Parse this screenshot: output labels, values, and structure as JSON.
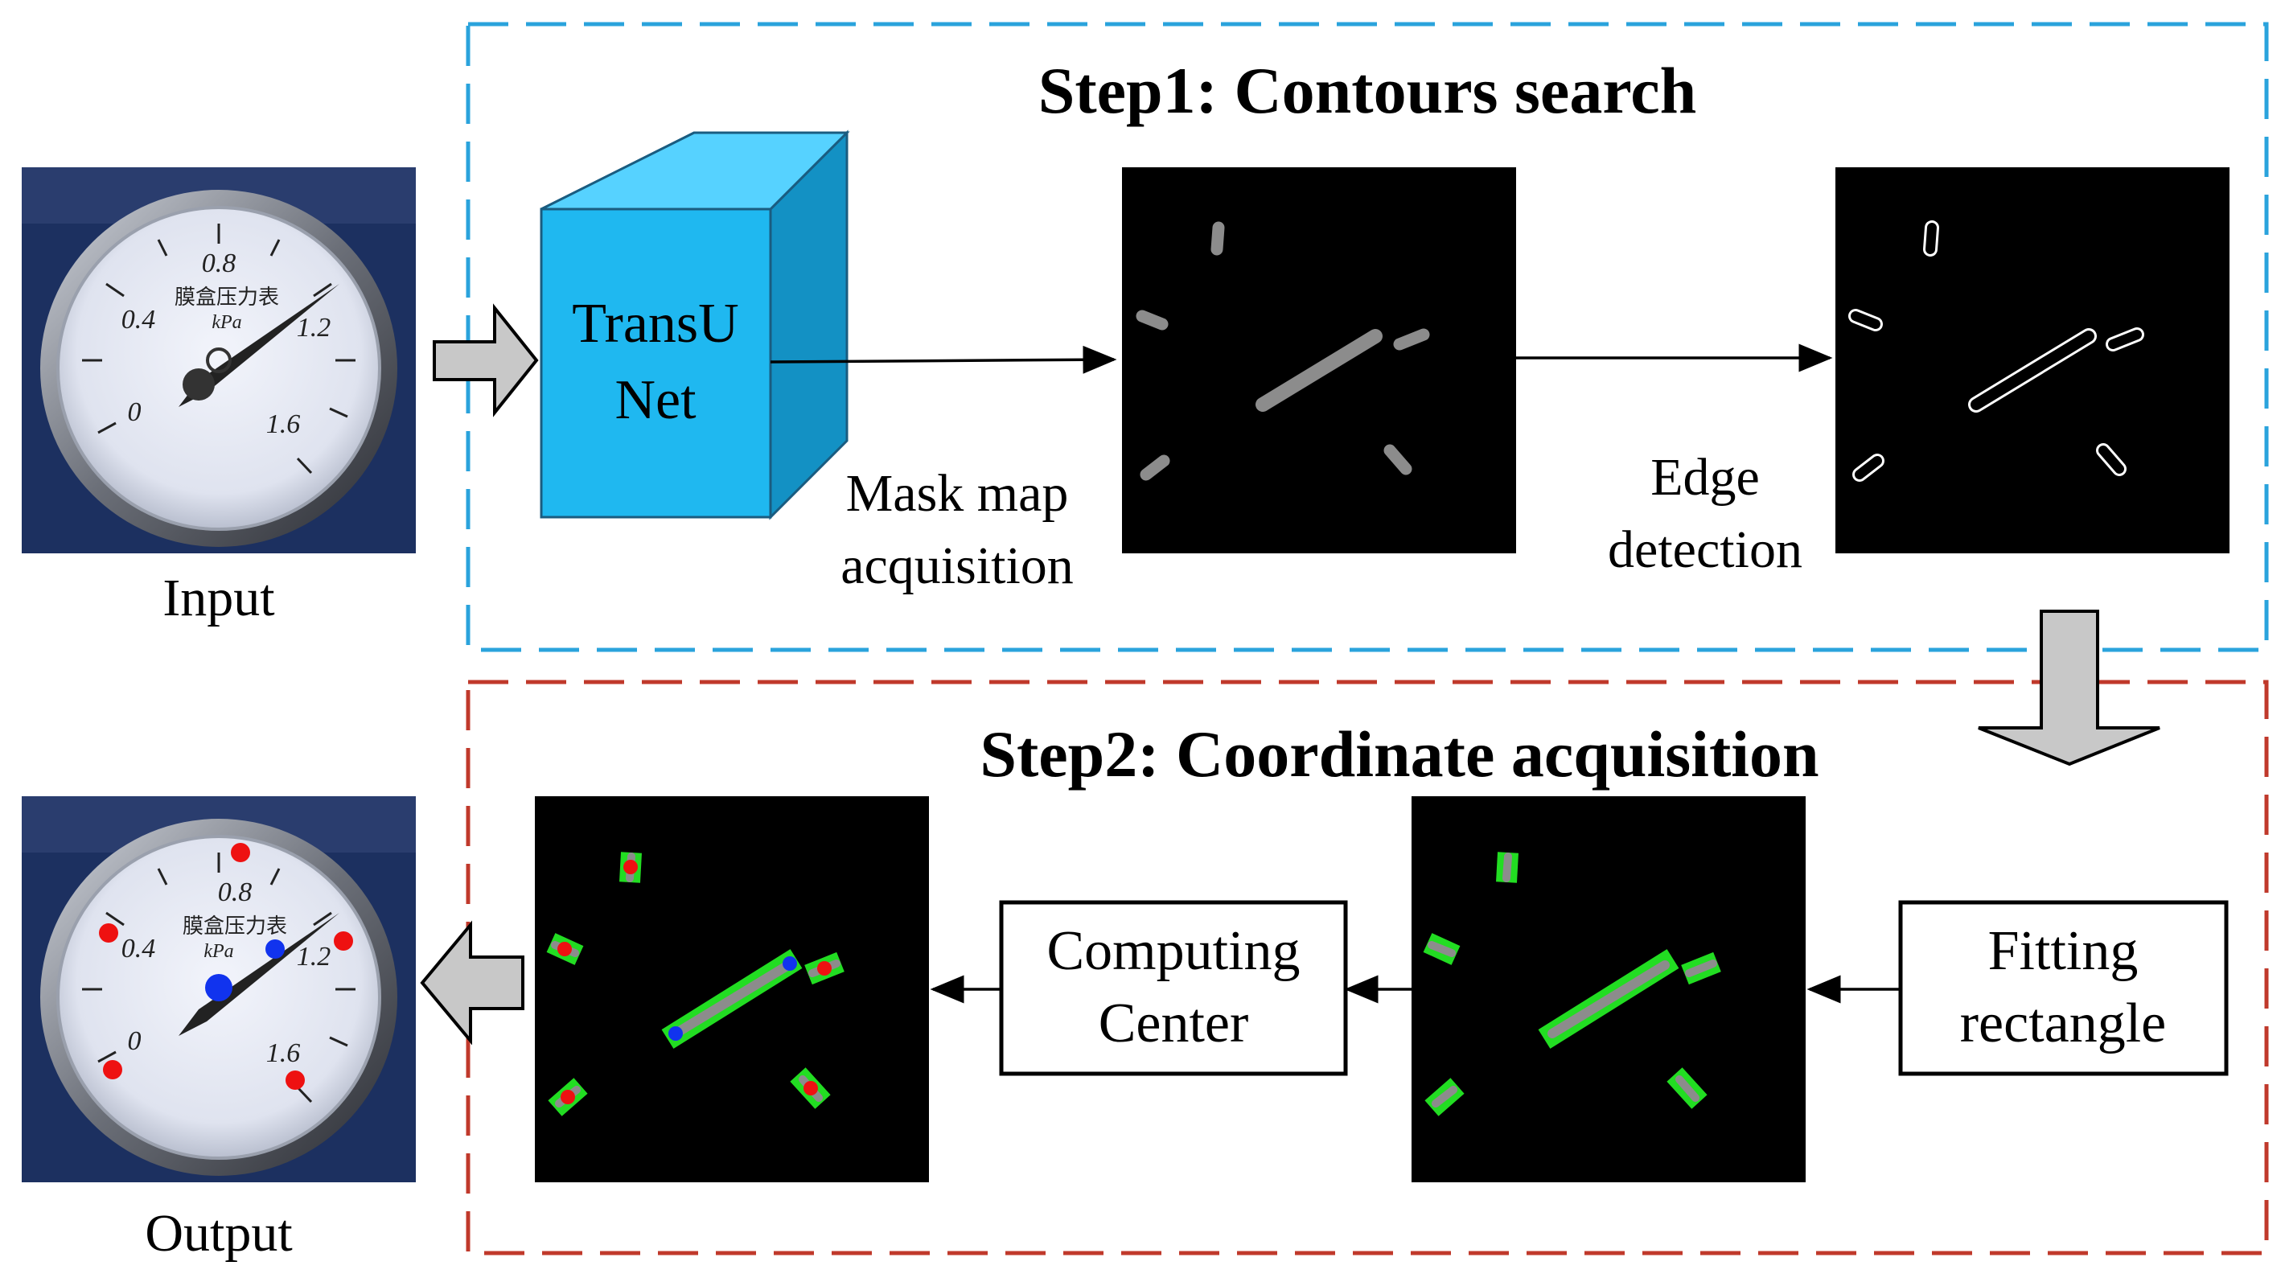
{
  "labels": {
    "input": "Input",
    "output": "Output",
    "transunet_line1": "TransU",
    "transunet_line2": "Net",
    "mask_line1": "Mask map",
    "mask_line2": "acquisition",
    "edge_line1": "Edge",
    "edge_line2": "detection",
    "computing_line1": "Computing",
    "computing_line2": "Center",
    "fitting_line1": "Fitting",
    "fitting_line2": "rectangle"
  },
  "steps": {
    "step1_title": "Step1: Contours search",
    "step2_title": "Step2: Coordinate acquisition"
  },
  "gauge": {
    "top_label": "0.8",
    "left_label": "0.4",
    "right_label": "1.2",
    "zero_label": "0",
    "bottom_right_label": "1.6",
    "unit_cn": "膜盒压力表",
    "unit": "kPa"
  },
  "colors": {
    "step1_border": "#2aa3dc",
    "step2_border": "#c0392b",
    "cube_front": "#1fb8f0",
    "cube_top": "#56d2ff",
    "cube_side": "#1391c4",
    "mask_gray": "#8c8c8c",
    "rect_green": "#22dd22",
    "center_red": "#ee1111",
    "center_blue": "#1133ee"
  },
  "icons": {
    "big_arrow": "block-arrow-icon",
    "connector": "arrow-icon"
  }
}
